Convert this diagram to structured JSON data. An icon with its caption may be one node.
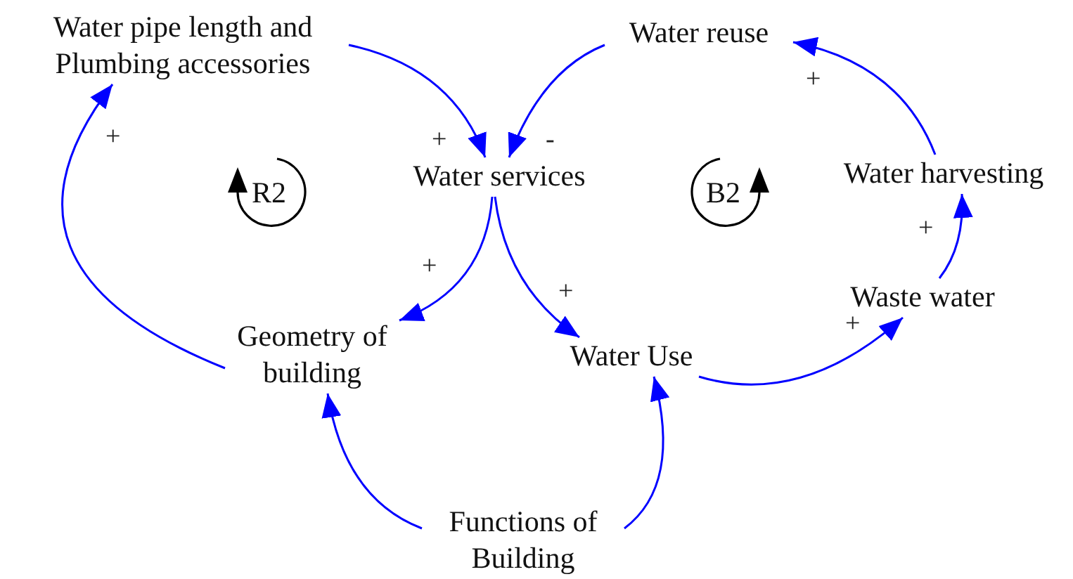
{
  "diagram": {
    "nodes": [
      {
        "text": [
          "Water pipe length and Plumbing accessories"
        ]
      },
      {
        "text": [
          "Water reuse"
        ]
      },
      {
        "text": [
          "Water services"
        ]
      },
      {
        "text": [
          "Water harvesting"
        ]
      },
      {
        "text": [
          "Geometry of building"
        ]
      },
      {
        "text": [
          "Water Use"
        ]
      },
      {
        "text": [
          "Waste water"
        ]
      },
      {
        "text": [
          "Functions of Building"
        ]
      }
    ],
    "edges": [
      {
        "from": 0,
        "to": 2,
        "arrow": "to",
        "label": "+"
      },
      {
        "from": 1,
        "to": 2,
        "arrow": "to",
        "label": "-"
      },
      {
        "from": 3,
        "to": 1,
        "arrow": "to",
        "label": "+"
      },
      {
        "from": 6,
        "to": 3,
        "arrow": "to",
        "label": "+"
      },
      {
        "from": 5,
        "to": 6,
        "arrow": "to",
        "label": "+"
      },
      {
        "from": 2,
        "to": 4,
        "arrow": "to",
        "label": "+"
      },
      {
        "from": 2,
        "to": 5,
        "arrow": "to",
        "label": "+"
      },
      {
        "from": 4,
        "to": 0,
        "arrow": "to",
        "label": "+"
      },
      {
        "from": 7,
        "to": 4,
        "arrow": "to"
      },
      {
        "from": 7,
        "to": 5,
        "arrow": "to"
      }
    ],
    "labels": [
      "R2",
      "B2"
    ]
  }
}
